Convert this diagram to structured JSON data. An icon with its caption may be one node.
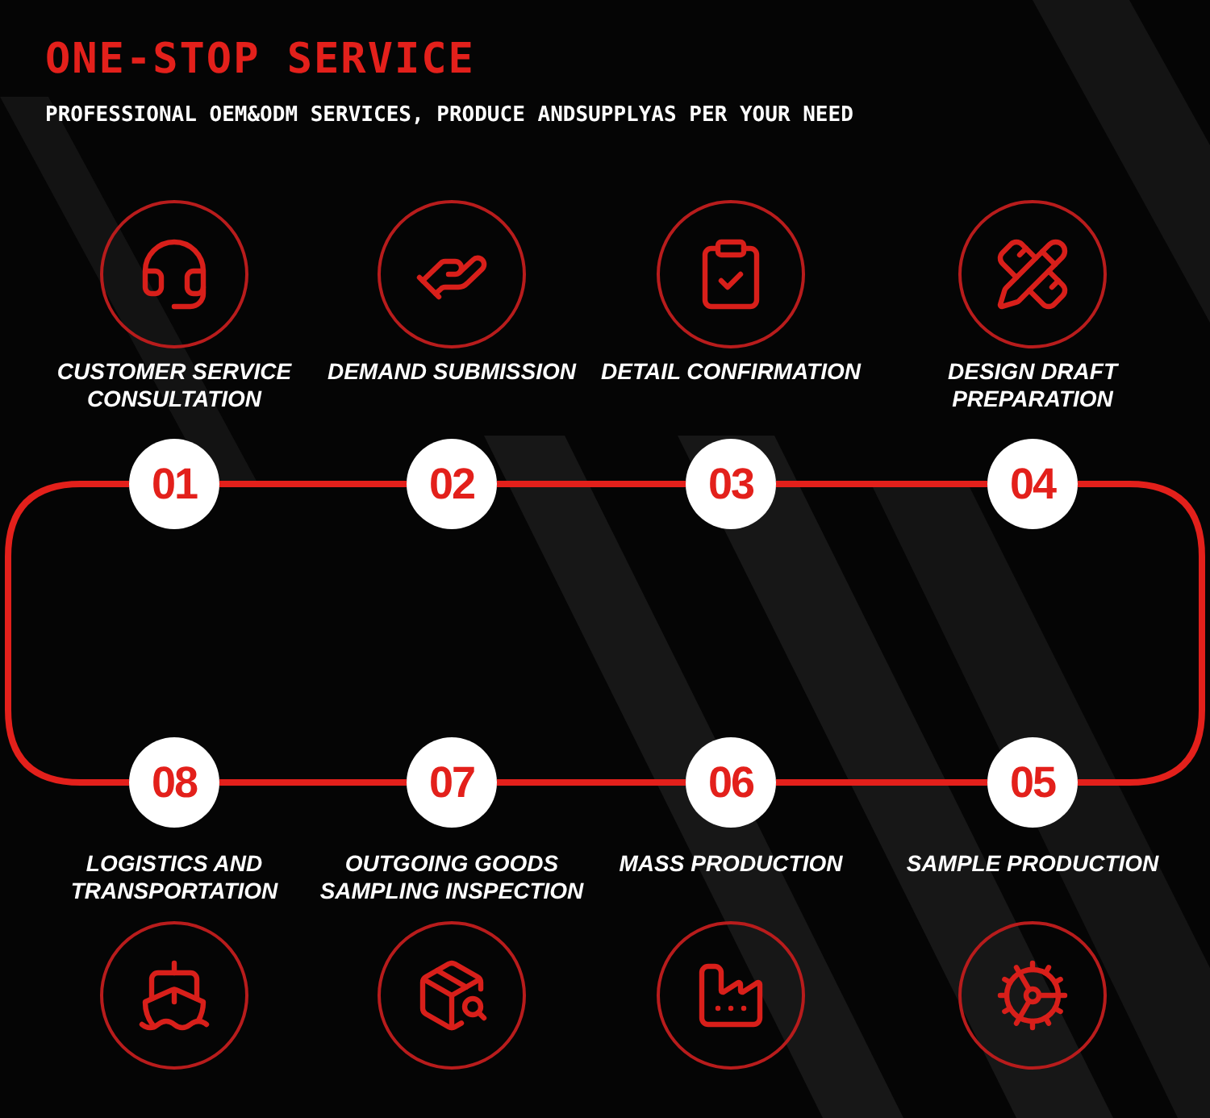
{
  "diagram": {
    "title": "ONE-STOP SERVICE",
    "nodes": [
      {
        "text": [
          "01"
        ],
        "beside": [
          "CUSTOMER SERVICE CONSULTATION"
        ]
      },
      {
        "text": [
          "02"
        ],
        "beside": [
          "DEMAND SUBMISSION"
        ]
      },
      {
        "text": [
          "03"
        ],
        "beside": [
          "DETAIL CONFIRMATION"
        ]
      },
      {
        "text": [
          "04"
        ],
        "beside": [
          "DESIGN DRAFT PREPARATION"
        ]
      },
      {
        "text": [
          "05"
        ],
        "beside": [
          "SAMPLE PRODUCTION"
        ]
      },
      {
        "text": [
          "06"
        ],
        "beside": [
          "MASS PRODUCTION"
        ]
      },
      {
        "text": [
          "07"
        ],
        "beside": [
          "OUTGOING GOODS SAMPLING INSPECTION"
        ]
      },
      {
        "text": [
          "08"
        ],
        "beside": [
          "LOGISTICS AND TRANSPORTATION"
        ]
      }
    ],
    "edges": [
      {
        "from": 0,
        "to": 1,
        "arrow": "none"
      },
      {
        "from": 1,
        "to": 2,
        "arrow": "none"
      },
      {
        "from": 2,
        "to": 3,
        "arrow": "none"
      },
      {
        "from": 3,
        "to": 4,
        "arrow": "none"
      },
      {
        "from": 4,
        "to": 5,
        "arrow": "none"
      },
      {
        "from": 5,
        "to": 6,
        "arrow": "none"
      },
      {
        "from": 6,
        "to": 7,
        "arrow": "none"
      },
      {
        "from": 7,
        "to": 0,
        "arrow": "none"
      }
    ],
    "labels": [
      "PROFESSIONAL OEM&ODM SERVICES, PRODUCE ANDSUPPLYAS PER YOUR NEED"
    ]
  }
}
